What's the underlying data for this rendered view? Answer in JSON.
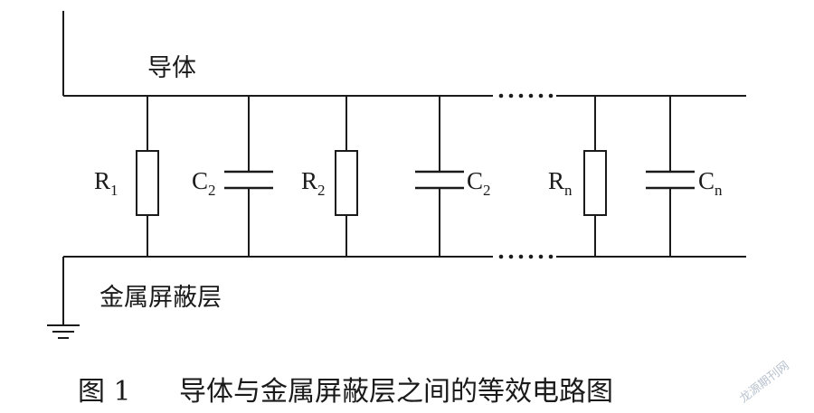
{
  "labels": {
    "conductor": "导体",
    "shield": "金属屏蔽层"
  },
  "components": [
    {
      "type": "R",
      "main": "R",
      "sub": "1"
    },
    {
      "type": "C",
      "main": "C",
      "sub": "2"
    },
    {
      "type": "R",
      "main": "R",
      "sub": "2"
    },
    {
      "type": "C",
      "main": "C",
      "sub": "2"
    },
    {
      "type": "R",
      "main": "R",
      "sub": "n"
    },
    {
      "type": "C",
      "main": "C",
      "sub": "n"
    }
  ],
  "caption": {
    "figure": "图 1",
    "text": "导体与金属屏蔽层之间的等效电路图"
  },
  "watermark": "龙源期刊网"
}
